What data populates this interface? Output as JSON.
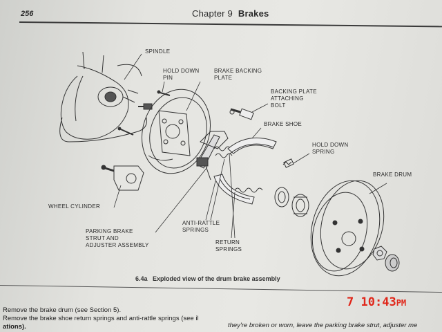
{
  "header": {
    "page_number": "256",
    "chapter": "Chapter 9",
    "section": "Brakes"
  },
  "figure": {
    "caption_number": "6.4a",
    "caption_text": "Exploded view of the drum brake assembly",
    "labels": {
      "spindle": "SPINDLE",
      "hold_down_pin": "HOLD DOWN\nPIN",
      "backing_plate": "BRAKE BACKING\nPLATE",
      "attaching_bolt": "BACKING PLATE\nATTACHING\nBOLT",
      "brake_shoe": "BRAKE SHOE",
      "hold_down_spring": "HOLD DOWN\nSPRING",
      "brake_drum": "BRAKE DRUM",
      "wheel_cylinder": "WHEEL CYLINDER",
      "parking_brake": "PARKING BRAKE\nSTRUT AND\nADJUSTER ASSEMBLY",
      "anti_rattle": "ANTI-RATTLE\nSPRINGS",
      "return_springs": "RETURN\nSPRINGS"
    }
  },
  "body": {
    "line1": "Remove the brake drum (see Section 5).",
    "line2": "Remove the brake shoe return springs and anti-rattle springs (see il",
    "line3": "ations).",
    "right_line": "they're broken or worn, leave the parking brake strut, adjuster me"
  },
  "camera_stamp": {
    "day": "7",
    "time": "10:43",
    "ampm": "PM"
  }
}
